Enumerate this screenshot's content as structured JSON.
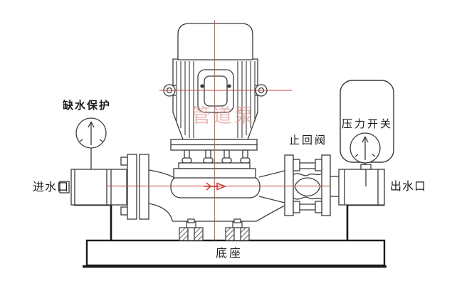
{
  "diagram": {
    "title": "pump-installation-schematic",
    "labels": {
      "protection": "缺水保护",
      "inlet": "进水口",
      "outlet": "出水口",
      "check_valve": "止回阀",
      "pressure_switch": "压力开关",
      "base": "底座",
      "watermark": "管道泵"
    },
    "colors": {
      "linework": "#3a3a3a",
      "thick_line": "#111111",
      "centerline_red": "#bf4a40",
      "flow_arrow_red": "#cc2a1f",
      "watermark_pink": "#dc8f86",
      "background": "#ffffff"
    }
  }
}
